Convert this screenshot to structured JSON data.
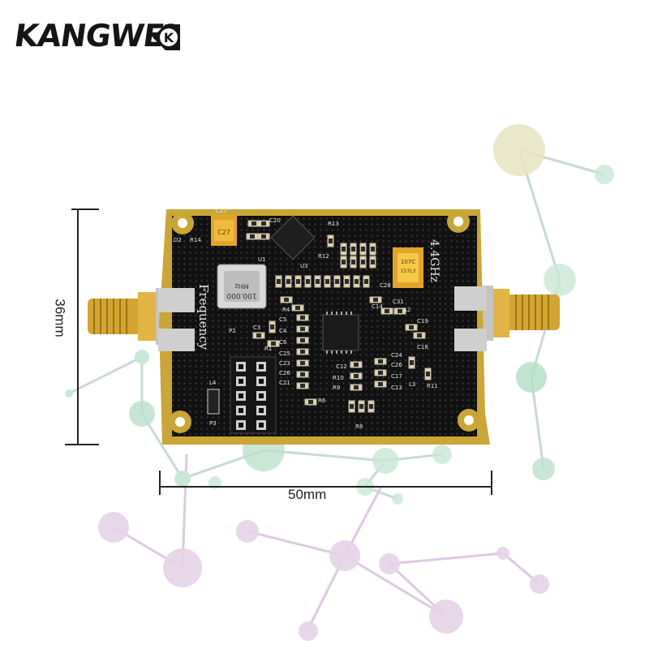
{
  "brand": {
    "name": "KANGWEI",
    "badge": "K"
  },
  "dimensions": {
    "width_label": "50mm",
    "height_label": "36mm"
  },
  "board": {
    "rotated_labels": [
      "Frequency",
      "4.4GHz"
    ],
    "oscillator_text": [
      "100.000",
      "MHz"
    ],
    "capacitor_text": [
      "107C",
      "157L3"
    ],
    "component_labels": [
      "C27",
      "D2",
      "R14",
      "C20",
      "R13",
      "U1",
      "U3",
      "R12",
      "C28",
      "P2",
      "C3",
      "R1",
      "R4",
      "C5",
      "C4",
      "C6",
      "C25",
      "C23",
      "C26",
      "C21",
      "C24",
      "C12",
      "C26",
      "R10",
      "C17",
      "R9",
      "C13",
      "R6",
      "R8",
      "C14",
      "C31",
      "L2",
      "C19",
      "C18",
      "L3",
      "R11",
      "L4",
      "P3"
    ]
  },
  "colors": {
    "pcb": "#101010",
    "gold": "#c9a635",
    "sma": "#d7a732",
    "silver": "#bdbdbd",
    "bubble_green": "#9fd8b7",
    "bubble_purple": "#d7b7d9",
    "bubble_yellow": "#e8e2b2"
  }
}
